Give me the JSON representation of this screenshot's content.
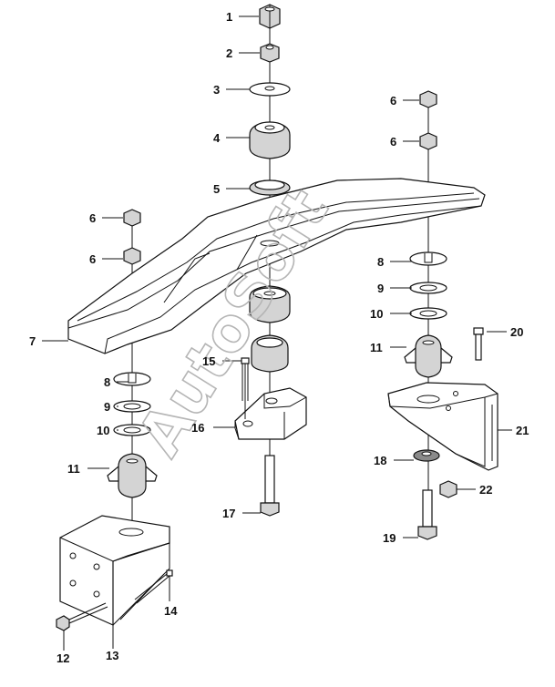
{
  "watermark": "AutoSoft",
  "callouts": {
    "c1": "1",
    "c2": "2",
    "c3": "3",
    "c4": "4",
    "c5": "5",
    "c6a": "6",
    "c6b": "6",
    "c6c": "6",
    "c6d": "6",
    "c7": "7",
    "c8a": "8",
    "c8b": "8",
    "c9a": "9",
    "c9b": "9",
    "c10a": "10",
    "c10b": "10",
    "c11a": "11",
    "c11b": "11",
    "c12": "12",
    "c13": "13",
    "c14": "14",
    "c15": "15",
    "c16": "16",
    "c17": "17",
    "c18": "18",
    "c19": "19",
    "c20": "20",
    "c21": "21",
    "c22": "22"
  }
}
